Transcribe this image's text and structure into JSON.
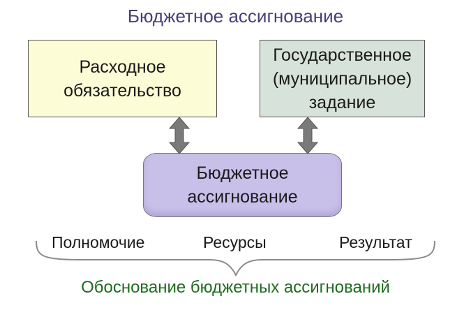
{
  "title": "Бюджетное ассигнование",
  "boxes": {
    "left": {
      "line1": "Расходное",
      "line2": "обязательство"
    },
    "right": {
      "line1": "Государственное",
      "line2": "(муниципальное)",
      "line3": "задание"
    },
    "center": {
      "line1": "Бюджетное",
      "line2": "ассигнование"
    }
  },
  "labels": [
    "Полномочие",
    "Ресурсы",
    "Результат"
  ],
  "caption": "Обоснование бюджетных ассигнований",
  "colors": {
    "title": "#4b3c7a",
    "left_box": "#fcfcd6",
    "right_box": "#d7e2da",
    "center_box": "#c9c0ea",
    "arrow": "#7a7a7a",
    "caption": "#1f6b1f"
  }
}
